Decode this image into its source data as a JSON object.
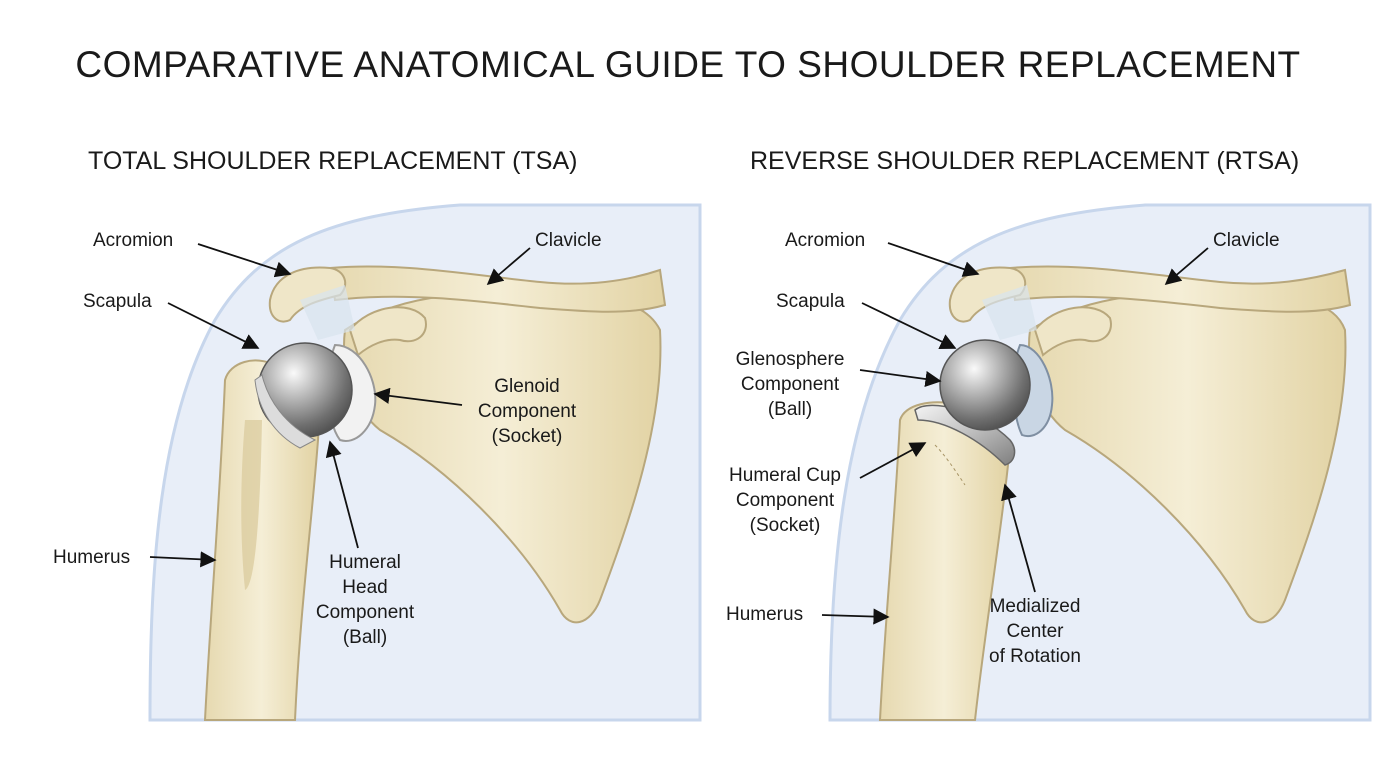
{
  "title": "COMPARATIVE ANATOMICAL GUIDE TO SHOULDER REPLACEMENT",
  "panels": {
    "tsa": {
      "title": "TOTAL SHOULDER REPLACEMENT (TSA)",
      "labels": {
        "acromion": "Acromion",
        "clavicle": "Clavicle",
        "scapula": "Scapula",
        "glenoid": [
          "Glenoid",
          "Component",
          "(Socket)"
        ],
        "humerus": "Humerus",
        "humeral_head": [
          "Humeral",
          "Head",
          "Component",
          "(Ball)"
        ]
      }
    },
    "rtsa": {
      "title": "REVERSE SHOULDER REPLACEMENT (RTSA)",
      "labels": {
        "acromion": "Acromion",
        "clavicle": "Clavicle",
        "scapula": "Scapula",
        "glenosphere": [
          "Glenosphere",
          "Component",
          "(Ball)"
        ],
        "humeral_cup": [
          "Humeral Cup",
          "Component",
          "(Socket)"
        ],
        "humerus": "Humerus",
        "medialized": [
          "Medialized",
          "Center",
          "of Rotation"
        ]
      }
    }
  },
  "colors": {
    "bone": "#efe6c8",
    "bone_outline": "#b8a77c",
    "skin_shadow": "#cfdcf0",
    "metal": "#8c8c8c",
    "cartilage": "#d8e4ee"
  }
}
